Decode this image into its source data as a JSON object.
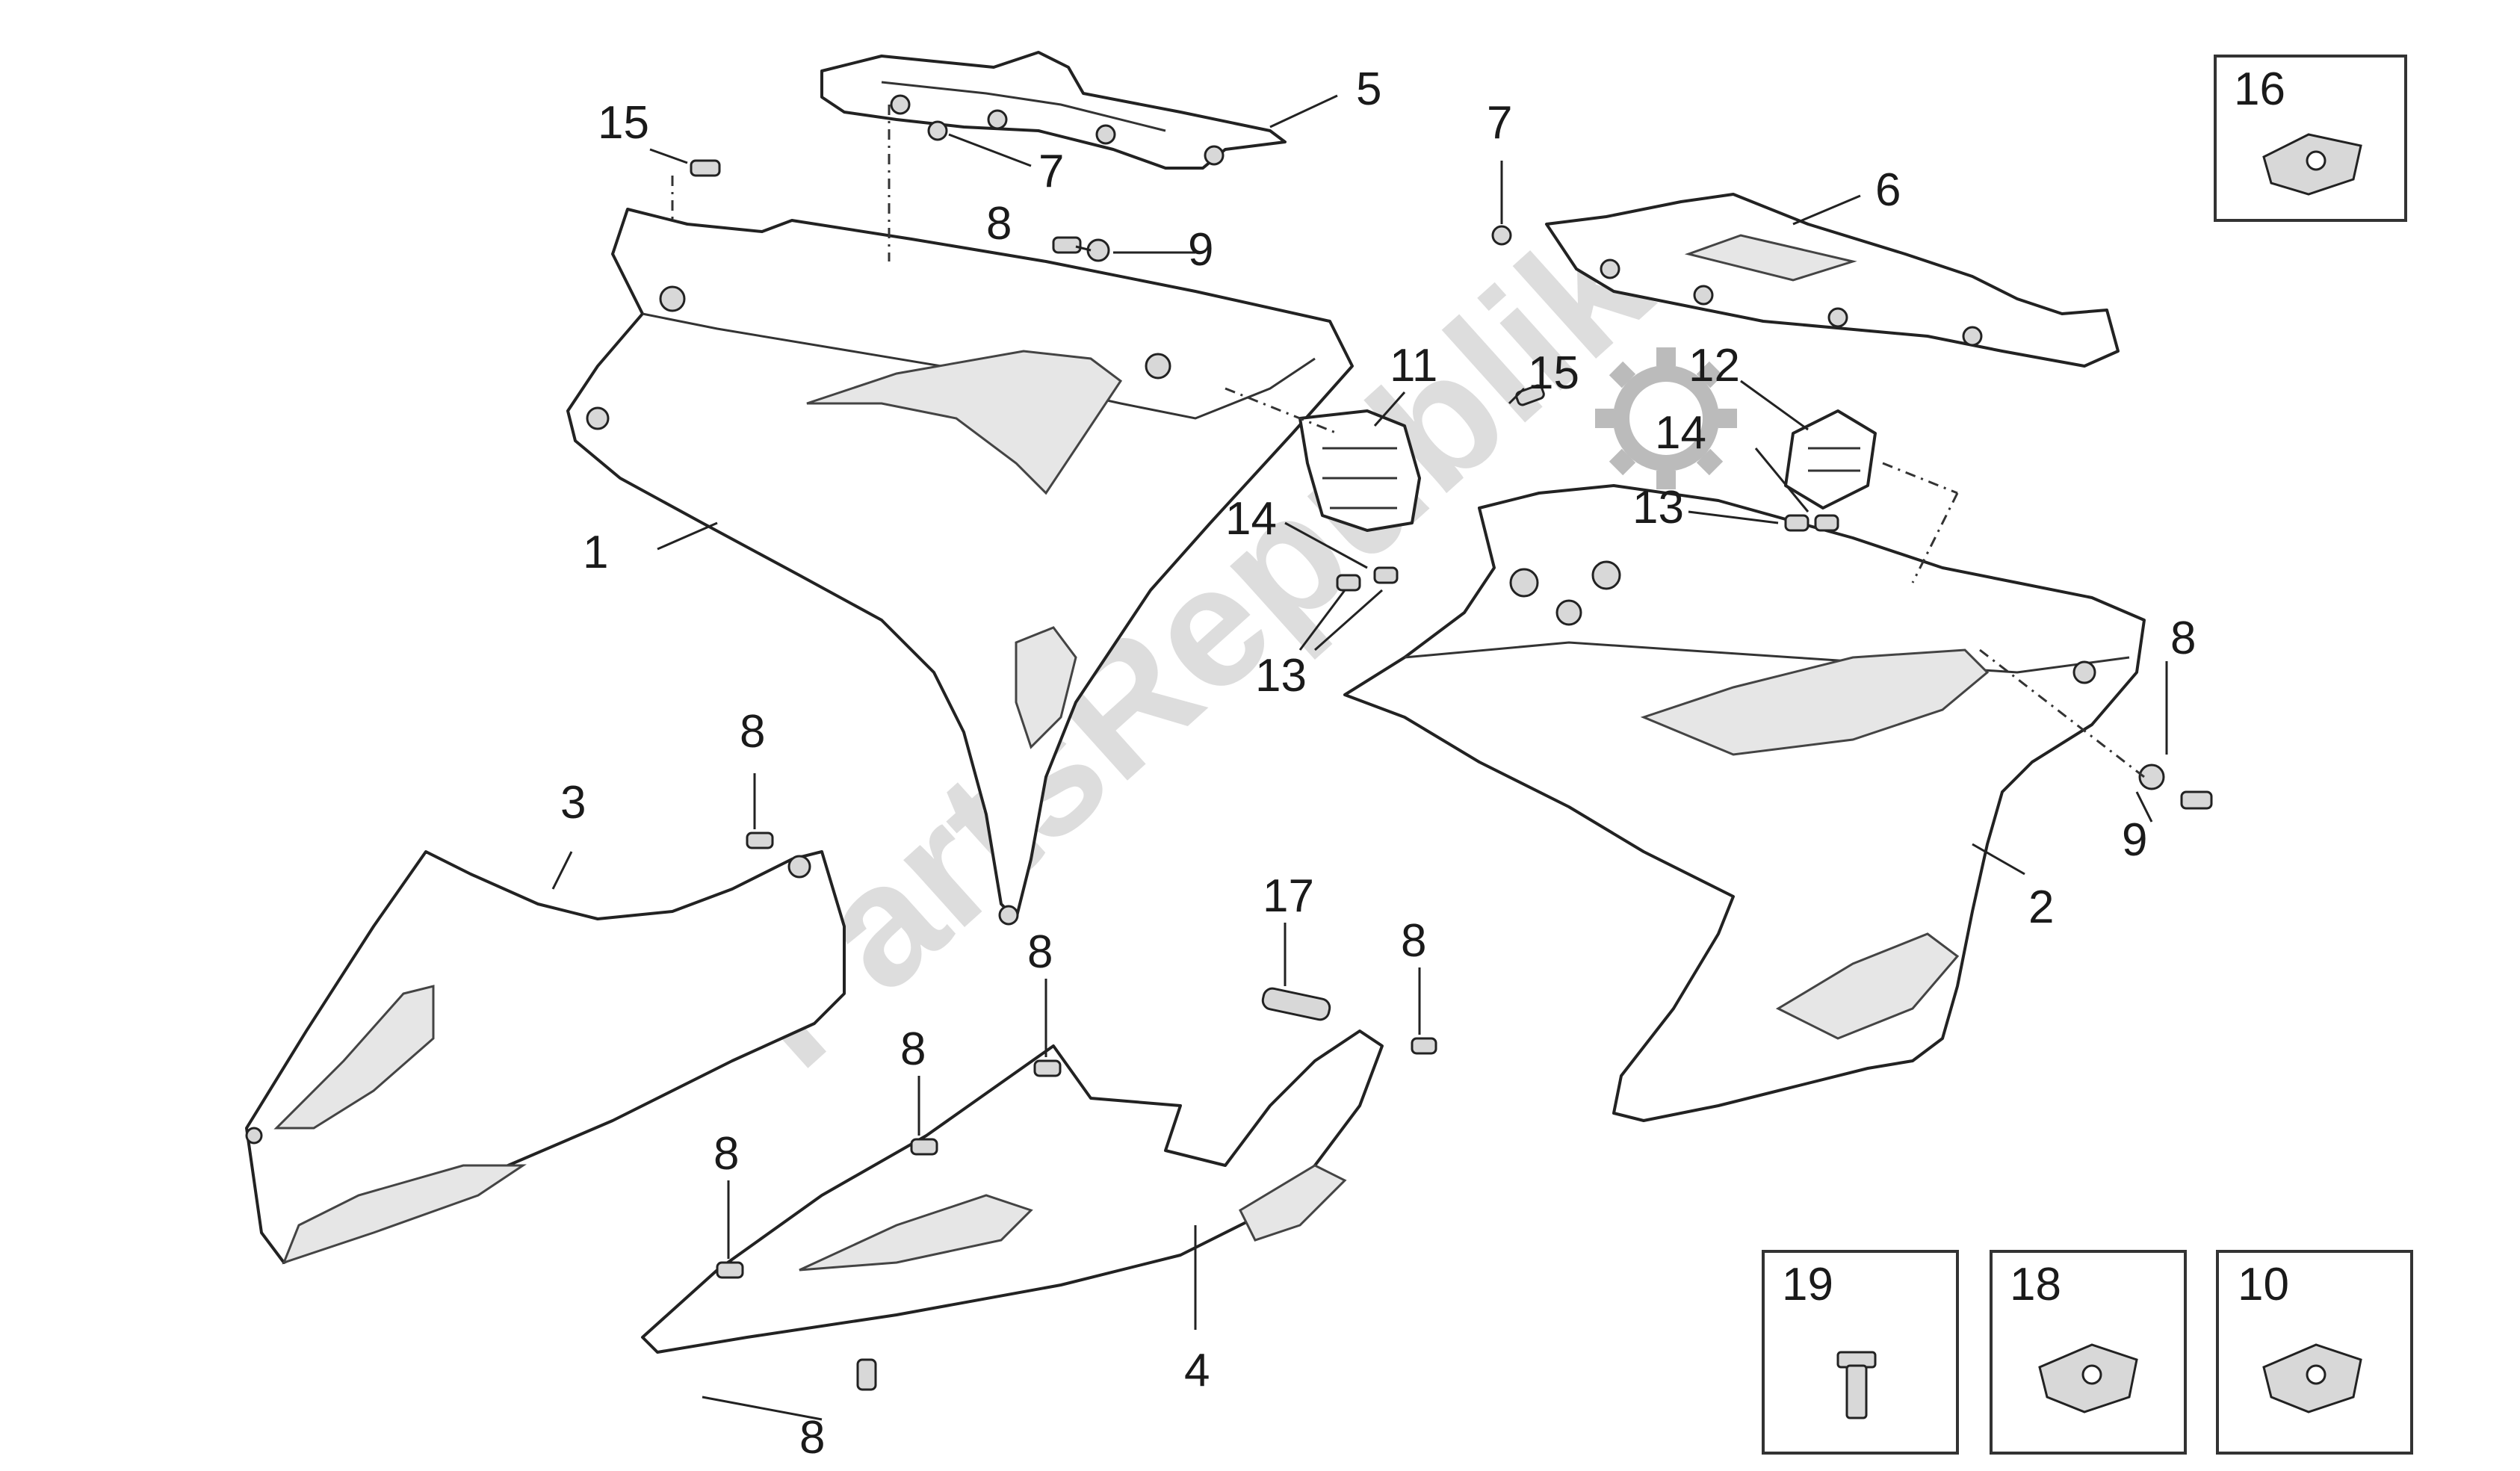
{
  "watermark": "PartsRepublik",
  "callouts": {
    "c1": "1",
    "c2": "2",
    "c3": "3",
    "c4": "4",
    "c5": "5",
    "c6": "6",
    "c7a": "7",
    "c7b": "7",
    "c8a": "8",
    "c8b": "8",
    "c8c": "8",
    "c8d": "8",
    "c8e": "8",
    "c8f": "8",
    "c8g": "8",
    "c9a": "9",
    "c9b": "9",
    "c10": "10",
    "c11": "11",
    "c12": "12",
    "c13a": "13",
    "c13b": "13",
    "c14a": "14",
    "c14b": "14",
    "c15a": "15",
    "c15b": "15",
    "c16": "16",
    "c17": "17",
    "c18": "18",
    "c19": "19"
  },
  "colors": {
    "ink": "#222222",
    "watermark": "#000000",
    "fill": "#ffffff"
  },
  "icons": [
    "gear-icon"
  ]
}
